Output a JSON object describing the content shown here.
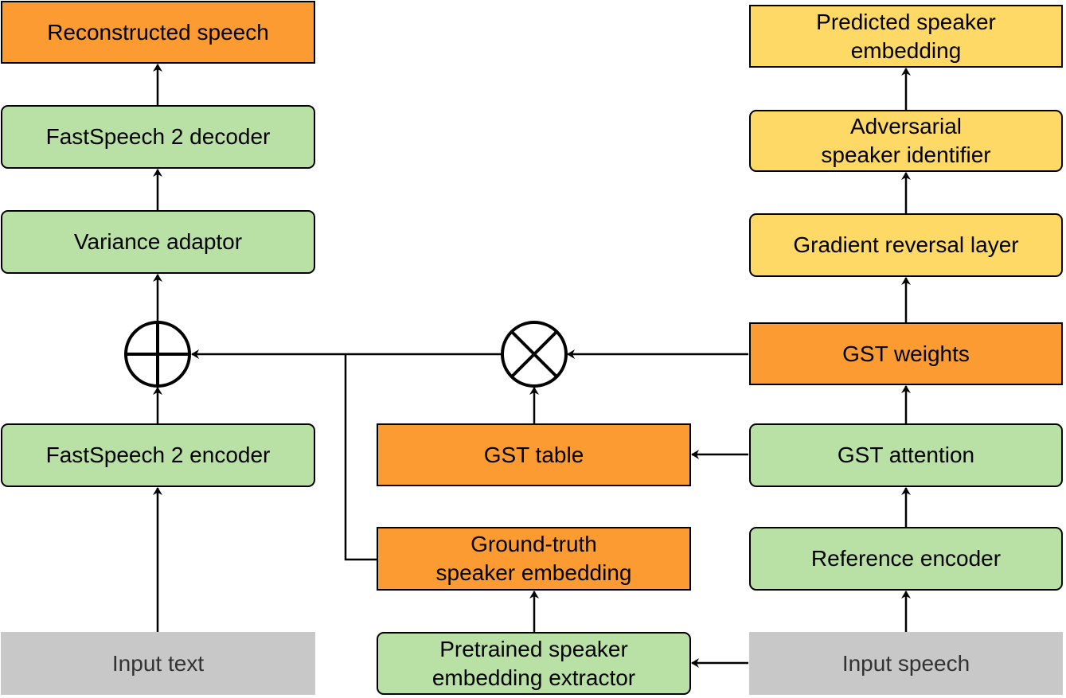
{
  "colors": {
    "green_block": "#b9e0a5",
    "orange_block": "#fd9b33",
    "yellow_block": "#ffd966",
    "input_block": "#c8c8c8"
  },
  "left_column": {
    "reconstructed_speech": "Reconstructed speech",
    "decoder": "FastSpeech 2 decoder",
    "variance_adaptor": "Variance adaptor",
    "encoder": "FastSpeech 2 encoder",
    "input_text": "Input text"
  },
  "middle_column": {
    "gst_table": "GST table",
    "ground_truth_line1": "Ground-truth",
    "ground_truth_line2": "speaker embedding",
    "pretrained_line1": "Pretrained speaker",
    "pretrained_line2": "embedding extractor"
  },
  "right_column": {
    "predicted_line1": "Predicted speaker",
    "predicted_line2": "embedding",
    "adversarial_line1": "Adversarial",
    "adversarial_line2": "speaker identifier",
    "gradient_reversal": "Gradient reversal layer",
    "gst_weights": "GST weights",
    "gst_attention": "GST attention",
    "reference_encoder": "Reference encoder",
    "input_speech": "Input speech"
  },
  "operators": {
    "add": "plus-operator",
    "multiply": "times-operator"
  }
}
